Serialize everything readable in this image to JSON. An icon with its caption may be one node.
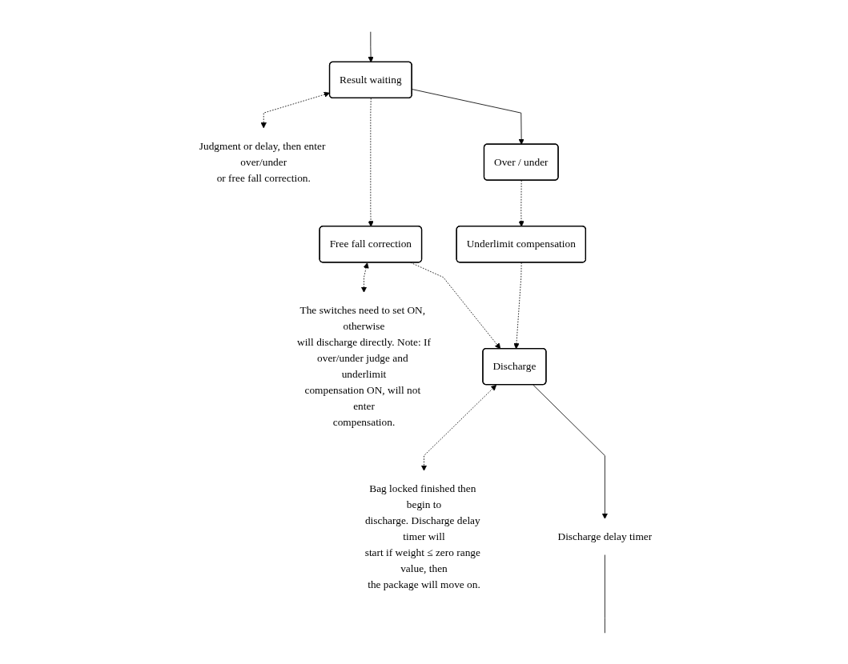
{
  "diagram": {
    "nodes": [
      {
        "text": [
          "Result waiting"
        ]
      },
      {
        "text": [
          "Judgment or delay, then enter over/under or free fall correction."
        ]
      },
      {
        "text": [
          "Over / under"
        ]
      },
      {
        "text": [
          "Free fall correction"
        ]
      },
      {
        "text": [
          "The switches need to set ON, otherwise will discharge directly. Note: If over/under judge and underlimit compensation ON, will not enter compensation."
        ]
      },
      {
        "text": [
          "Underlimit compensation"
        ]
      },
      {
        "text": [
          "Discharge"
        ]
      },
      {
        "text": [
          "Bag locked finished then begin to discharge. Discharge delay timer will start if weight ≤ zero range value, then the package will move on."
        ]
      },
      {
        "text": [
          "Discharge delay timer"
        ]
      }
    ],
    "edges": [
      {
        "from": null,
        "to": 0,
        "arrow": "to"
      },
      {
        "from": 0,
        "to": 1,
        "arrow": "both",
        "style": "dashed"
      },
      {
        "from": 0,
        "to": 2,
        "arrow": "to"
      },
      {
        "from": 0,
        "to": 3,
        "arrow": "to",
        "style": "dashed"
      },
      {
        "from": 3,
        "to": 4,
        "arrow": "both",
        "style": "dashed"
      },
      {
        "from": 2,
        "to": 5,
        "arrow": "to",
        "style": "dashed"
      },
      {
        "from": 5,
        "to": 6,
        "arrow": "to",
        "style": "dashed"
      },
      {
        "from": 3,
        "to": 6,
        "arrow": "to",
        "style": "dashed"
      },
      {
        "from": 6,
        "to": 7,
        "arrow": "both",
        "style": "dashed"
      },
      {
        "from": 6,
        "to": 8,
        "arrow": "to"
      },
      {
        "from": 8,
        "to": null,
        "arrow": "none"
      }
    ]
  }
}
